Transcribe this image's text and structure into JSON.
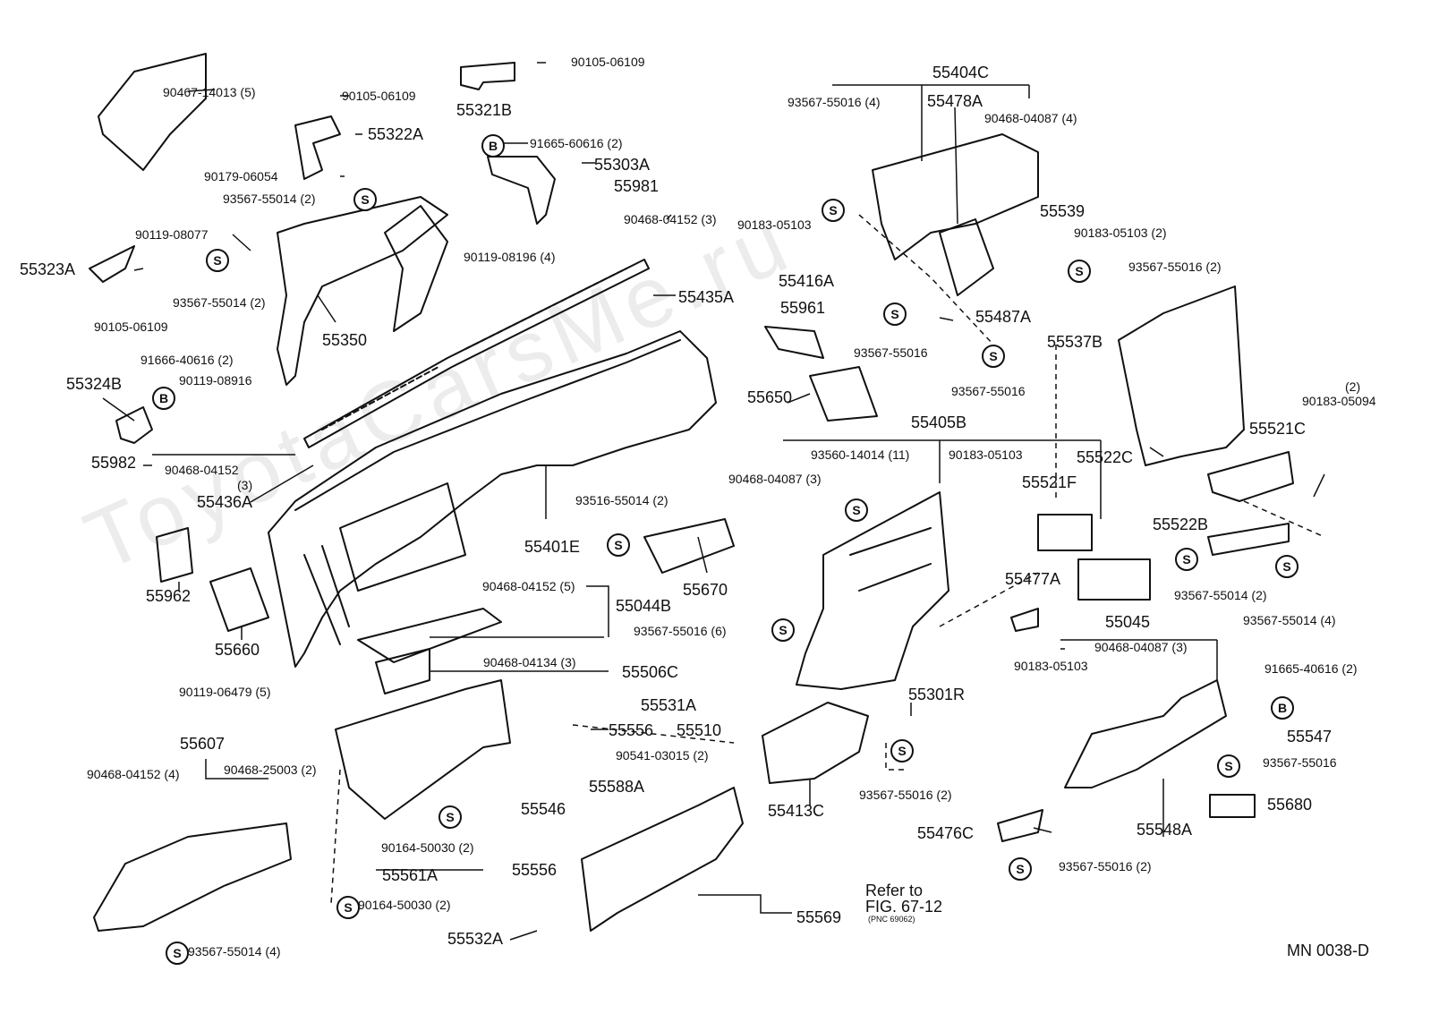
{
  "watermark": "ToyotaCarsMe.ru",
  "diagram_code": "MN 0038-D",
  "reference_note": {
    "line1": "Refer to",
    "line2": "FIG. 67-12",
    "line3": "(PNC 69062)"
  },
  "part_numbers": {
    "p55404C": "55404C",
    "p55478A": "55478A",
    "p55539": "55539",
    "p55416A": "55416A",
    "p55487A": "55487A",
    "p55961": "55961",
    "p55537B": "55537B",
    "p55650": "55650",
    "p55405B": "55405B",
    "p55522C": "55522C",
    "p55521C": "55521C",
    "p55521F": "55521F",
    "p55522B": "55522B",
    "p55477A": "55477A",
    "p55045": "55045",
    "p55547": "55547",
    "p55680": "55680",
    "p55548A": "55548A",
    "p55476C": "55476C",
    "p55301R": "55301R",
    "p55413C": "55413C",
    "p55321B": "55321B",
    "p55322A": "55322A",
    "p55303A": "55303A",
    "p55981": "55981",
    "p55323A": "55323A",
    "p55350": "55350",
    "p55435A": "55435A",
    "p55324B": "55324B",
    "p55982": "55982",
    "p55436A": "55436A",
    "p55401E": "55401E",
    "p55670": "55670",
    "p55962": "55962",
    "p55660": "55660",
    "p55044B": "55044B",
    "p55506C": "55506C",
    "p55531A": "55531A",
    "p55556a": "55556",
    "p55510": "55510",
    "p55607": "55607",
    "p55546": "55546",
    "p55588A": "55588A",
    "p55561A": "55561A",
    "p55556b": "55556",
    "p55569": "55569",
    "p55532A": "55532A"
  },
  "fasteners": {
    "f90105_06109_a": "90105-06109",
    "f90467_14013": "90467-14013 (5)",
    "f90105_06109_b": "90105-06109",
    "f90179_06054": "90179-06054",
    "f93567_55014_2a": "93567-55014 (2)",
    "f91665_60616": "91665-60616 (2)",
    "f90119_08077": "90119-08077",
    "f90468_04152_3a": "90468-04152 (3)",
    "f90119_08196": "90119-08196 (4)",
    "f93567_55014_2b": "93567-55014 (2)",
    "f90105_06109_c": "90105-06109",
    "f91666_40616": "91666-40616 (2)",
    "f90119_08916": "90119-08916",
    "f90468_04152_b": "90468-04152",
    "f90468_04152_b_qty": "(3)",
    "f93567_55016_4": "93567-55016 (4)",
    "f90468_04087_4": "90468-04087 (4)",
    "f90183_05103_a": "90183-05103",
    "f90183_05103_2": "90183-05103 (2)",
    "f93567_55016_2a": "93567-55016 (2)",
    "f93567_55016_a": "93567-55016",
    "f93567_55016_b": "93567-55016",
    "f90183_05094": "90183-05094",
    "f90183_05094_qty": "(2)",
    "f93560_14014": "93560-14014 (11)",
    "f90183_05103_b": "90183-05103",
    "f90468_04087_3a": "90468-04087 (3)",
    "f93516_55014": "93516-55014 (2)",
    "f90468_04152_5": "90468-04152 (5)",
    "f93567_55016_6": "93567-55016 (6)",
    "f90468_04134": "90468-04134 (3)",
    "f90119_06479": "90119-06479 (5)",
    "f93567_55014_2c": "93567-55014 (2)",
    "f93567_55014_4a": "93567-55014 (4)",
    "f90468_04087_3b": "90468-04087 (3)",
    "f90183_05103_c": "90183-05103",
    "f91665_40616": "91665-40616 (2)",
    "f93567_55016_c": "93567-55016",
    "f93567_55016_2b": "93567-55016 (2)",
    "f93567_55016_2c": "93567-55016 (2)",
    "f90541_03015": "90541-03015 (2)",
    "f90468_04152_4": "90468-04152 (4)",
    "f90468_25003": "90468-25003 (2)",
    "f90164_50030_a": "90164-50030 (2)",
    "f90164_50030_b": "90164-50030 (2)",
    "f93567_55014_4b": "93567-55014 (4)"
  },
  "symbols": {
    "s": "S",
    "b": "B"
  }
}
